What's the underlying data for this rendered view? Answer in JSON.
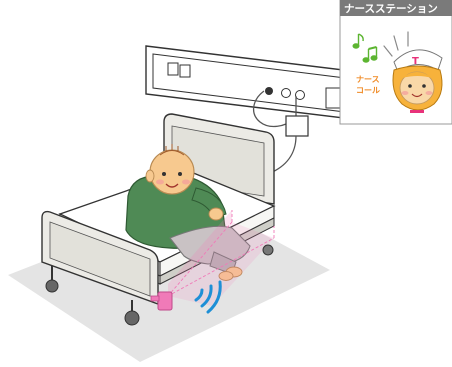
{
  "nurse_station": {
    "title": "ナースステーション",
    "call_label_line1": "ナース",
    "call_label_line2": "コール",
    "badge_letter": "T"
  },
  "colors": {
    "panel_header": "#7a7a7a",
    "call_text": "#f08a24",
    "music_note": "#5cb531",
    "nurse_cap_mark": "#e8327a",
    "sensor_pink": "#f07ab8",
    "signal_blue": "#1e8fd6",
    "patient_shirt": "#4f8a55",
    "patient_skin": "#f7c98f"
  }
}
